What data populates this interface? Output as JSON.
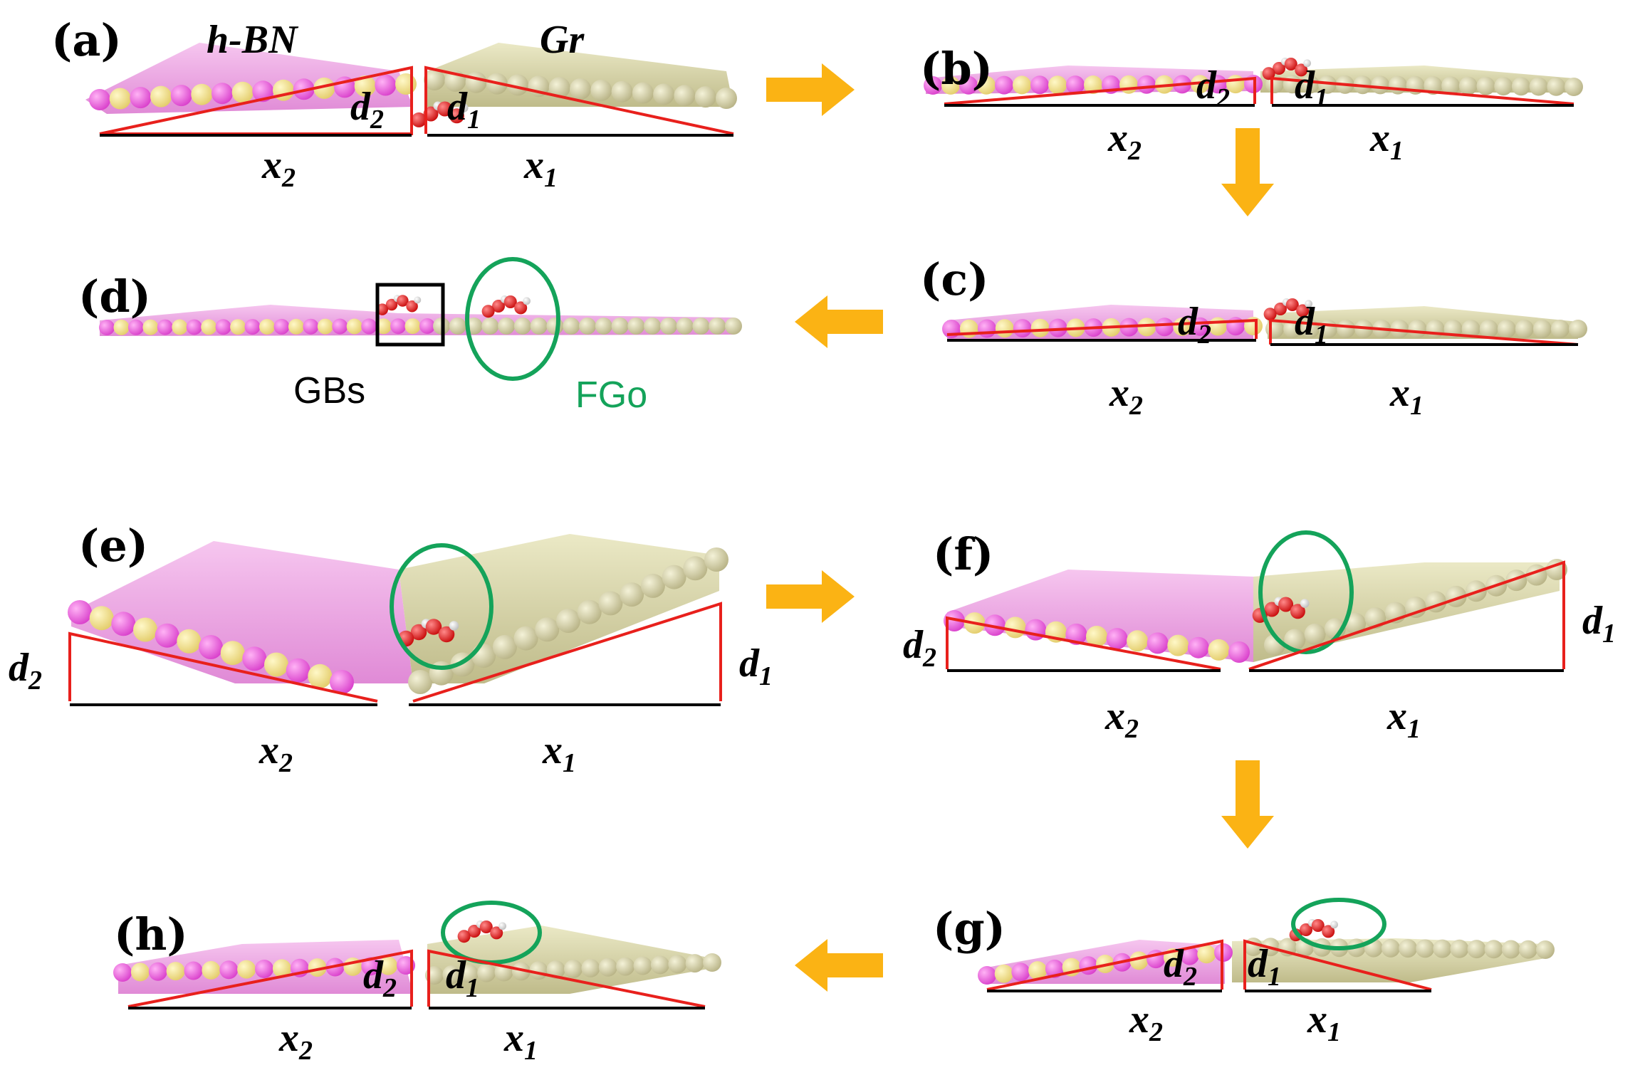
{
  "colors": {
    "hbn_pink": "#e64fd8",
    "hbn_yellow": "#f2e08a",
    "graphene": "#d8d4a0",
    "oxygen": "#e01010",
    "hydrogen": "#f2f2f2",
    "triangle": "#e8201c",
    "arrow": "#fbb314",
    "annotation_green": "#14a35a"
  },
  "materials": {
    "left": "h-BN",
    "right": "Gr"
  },
  "symbols": {
    "d": "d",
    "x": "x",
    "sub1": "1",
    "sub2": "2"
  },
  "annotations": {
    "gbs": "GBs",
    "fgo": "FGo"
  },
  "panels": [
    {
      "id": "a",
      "label": "(a)"
    },
    {
      "id": "b",
      "label": "(b)"
    },
    {
      "id": "c",
      "label": "(c)"
    },
    {
      "id": "d",
      "label": "(d)"
    },
    {
      "id": "e",
      "label": "(e)"
    },
    {
      "id": "f",
      "label": "(f)"
    },
    {
      "id": "g",
      "label": "(g)"
    },
    {
      "id": "h",
      "label": "(h)"
    }
  ],
  "flow": [
    "a",
    "b",
    "c",
    "d",
    "e",
    "f",
    "g",
    "h"
  ]
}
